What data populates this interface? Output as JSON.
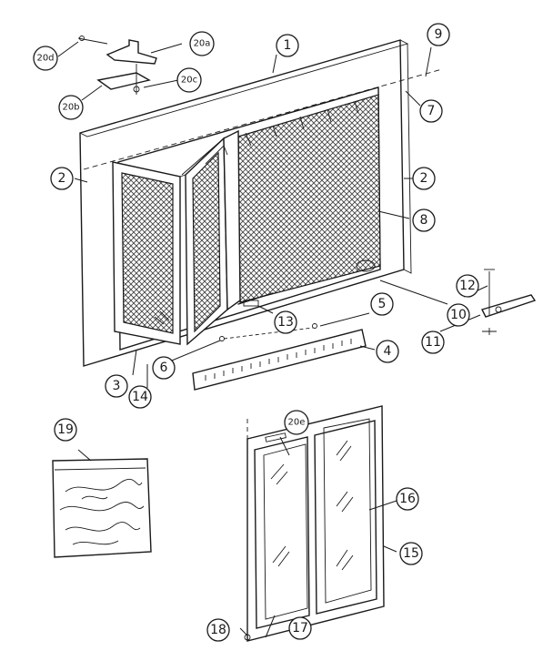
{
  "diagram": {
    "colors": {
      "ink": "#1a1a1a",
      "paper": "#ffffff",
      "mesh": "#444444"
    },
    "callouts": [
      {
        "id": "1",
        "label": "1"
      },
      {
        "id": "2a",
        "label": "2"
      },
      {
        "id": "2b",
        "label": "2"
      },
      {
        "id": "3",
        "label": "3"
      },
      {
        "id": "4",
        "label": "4"
      },
      {
        "id": "5",
        "label": "5"
      },
      {
        "id": "6",
        "label": "6"
      },
      {
        "id": "7",
        "label": "7"
      },
      {
        "id": "8",
        "label": "8"
      },
      {
        "id": "9",
        "label": "9"
      },
      {
        "id": "10",
        "label": "10"
      },
      {
        "id": "11",
        "label": "11"
      },
      {
        "id": "12",
        "label": "12"
      },
      {
        "id": "13",
        "label": "13"
      },
      {
        "id": "14",
        "label": "14"
      },
      {
        "id": "15",
        "label": "15"
      },
      {
        "id": "16",
        "label": "16"
      },
      {
        "id": "17",
        "label": "17"
      },
      {
        "id": "18",
        "label": "18"
      },
      {
        "id": "19",
        "label": "19"
      },
      {
        "id": "20a",
        "label": "20a"
      },
      {
        "id": "20b",
        "label": "20b"
      },
      {
        "id": "20c",
        "label": "20c"
      },
      {
        "id": "20d",
        "label": "20d"
      },
      {
        "id": "20e",
        "label": "20e"
      }
    ]
  }
}
